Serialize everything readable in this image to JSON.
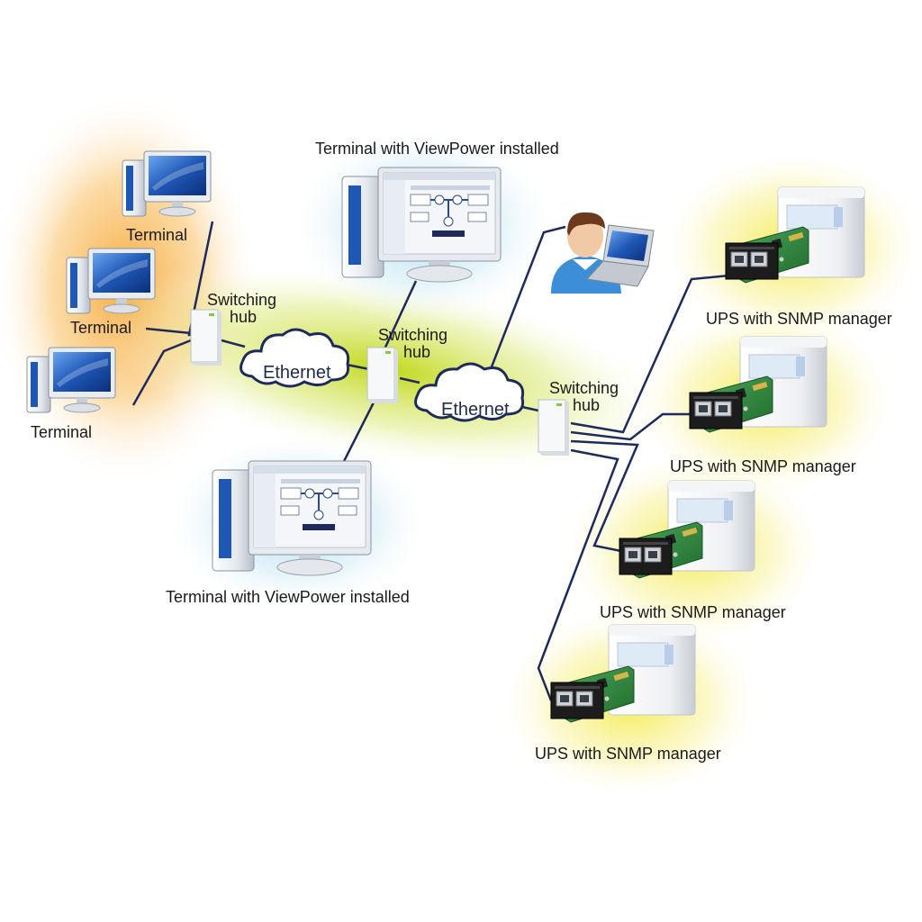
{
  "labels": {
    "terminal": "Terminal",
    "switching_hub_line1": "Switching",
    "switching_hub_line2": "hub",
    "ethernet": "Ethernet",
    "terminal_viewpower": "Terminal with ViewPower installed",
    "ups_snmp": "UPS with SNMP manager"
  },
  "colors": {
    "wire": "#1f2a5c",
    "orange_glow": "#f6a431",
    "green_glow": "#b9d400",
    "blue_glow": "#9fd8ee",
    "yellow_glow": "#f3e93a",
    "screen_blue": "#1f57b5",
    "card_pcb": "#2f8a3c"
  },
  "icons": [
    "desktop-computer-icon",
    "switching-hub-icon",
    "ethernet-cloud-icon",
    "monitor-icon",
    "user-laptop-icon",
    "ups-tower-icon",
    "snmp-card-icon"
  ]
}
